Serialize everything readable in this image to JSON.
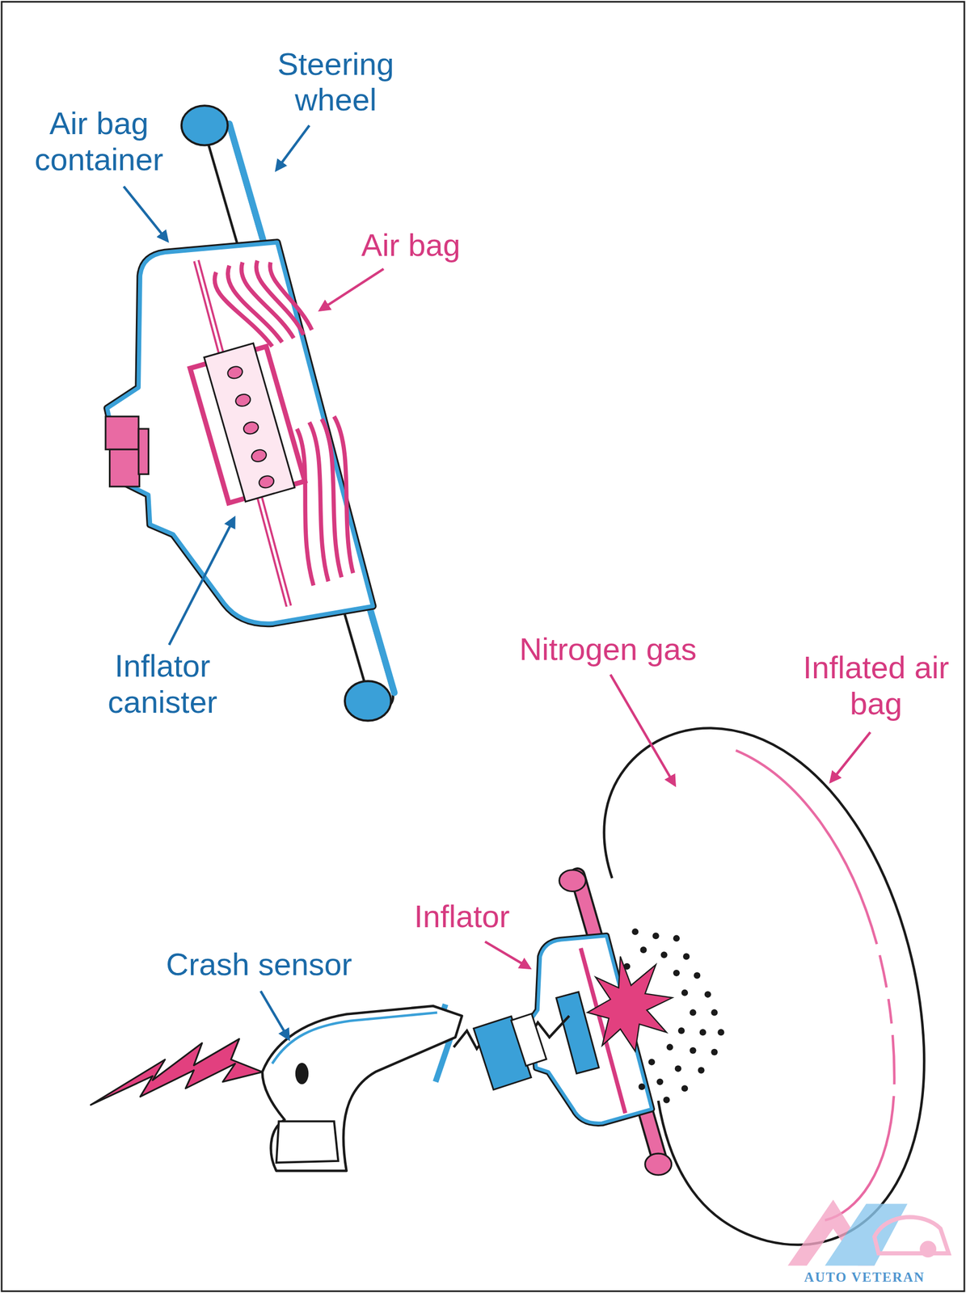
{
  "diagram": {
    "labels": [
      "Steering wheel",
      "Air bag container",
      "Air bag",
      "Inflator canister",
      "Nitrogen gas",
      "Inflated air bag",
      "Inflator",
      "Crash sensor",
      "AUTO VETERAN"
    ]
  }
}
